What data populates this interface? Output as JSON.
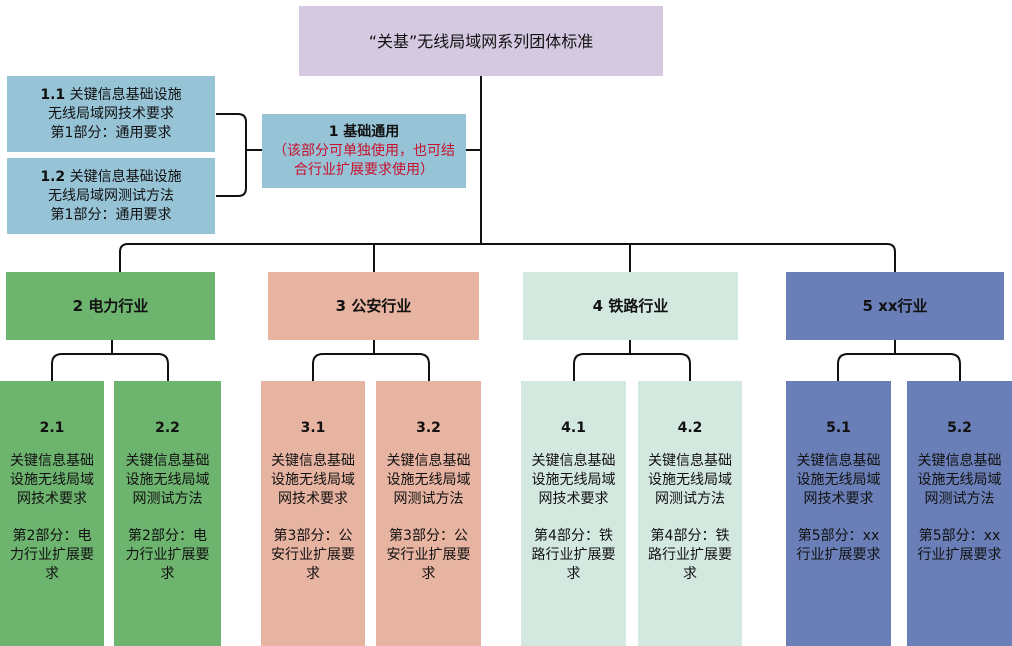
{
  "root": {
    "title": "“关基”无线局域网系列团体标准"
  },
  "basic_group": {
    "main": {
      "title": "1 基础通用",
      "note": "（该部分可单独使用，也可结合行业扩展要求使用）"
    },
    "items": [
      {
        "num": "1.1",
        "line1": "关键信息基础设施",
        "line2": "无线局域网技术要求",
        "line3": "第1部分：通用要求"
      },
      {
        "num": "1.2",
        "line1": "关键信息基础设施",
        "line2": "无线局域网测试方法",
        "line3": "第1部分：通用要求"
      }
    ]
  },
  "industries": [
    {
      "label": "2 电力行业",
      "color": "#6db46f",
      "children": [
        {
          "num": "2.1",
          "title": "关键信息基础设施无线局域网技术要求",
          "part": "第2部分：电力行业扩展要求"
        },
        {
          "num": "2.2",
          "title": "关键信息基础设施无线局域网测试方法",
          "part": "第2部分：电力行业扩展要求"
        }
      ]
    },
    {
      "label": "3 公安行业",
      "color": "#e8b4a2",
      "children": [
        {
          "num": "3.1",
          "title": "关键信息基础设施无线局域网技术要求",
          "part": "第3部分：公安行业扩展要求"
        },
        {
          "num": "3.2",
          "title": "关键信息基础设施无线局域网测试方法",
          "part": "第3部分：公安行业扩展要求"
        }
      ]
    },
    {
      "label": "4 铁路行业",
      "color": "#d3e8df",
      "children": [
        {
          "num": "4.1",
          "title": "关键信息基础设施无线局域网技术要求",
          "part": "第4部分：铁路行业扩展要求"
        },
        {
          "num": "4.2",
          "title": "关键信息基础设施无线局域网测试方法",
          "part": "第4部分：铁路行业扩展要求"
        }
      ]
    },
    {
      "label": "5 xx行业",
      "color": "#6a7fb8",
      "children": [
        {
          "num": "5.1",
          "title": "关键信息基础设施无线局域网技术要求",
          "part": "第5部分：xx行业扩展要求"
        },
        {
          "num": "5.2",
          "title": "关键信息基础设施无线局域网测试方法",
          "part": "第5部分：xx行业扩展要求"
        }
      ]
    }
  ],
  "colors": {
    "root": "#d5c9e2",
    "basic": "#97c3d6",
    "note_red": "#c8102e",
    "line": "#111111"
  }
}
